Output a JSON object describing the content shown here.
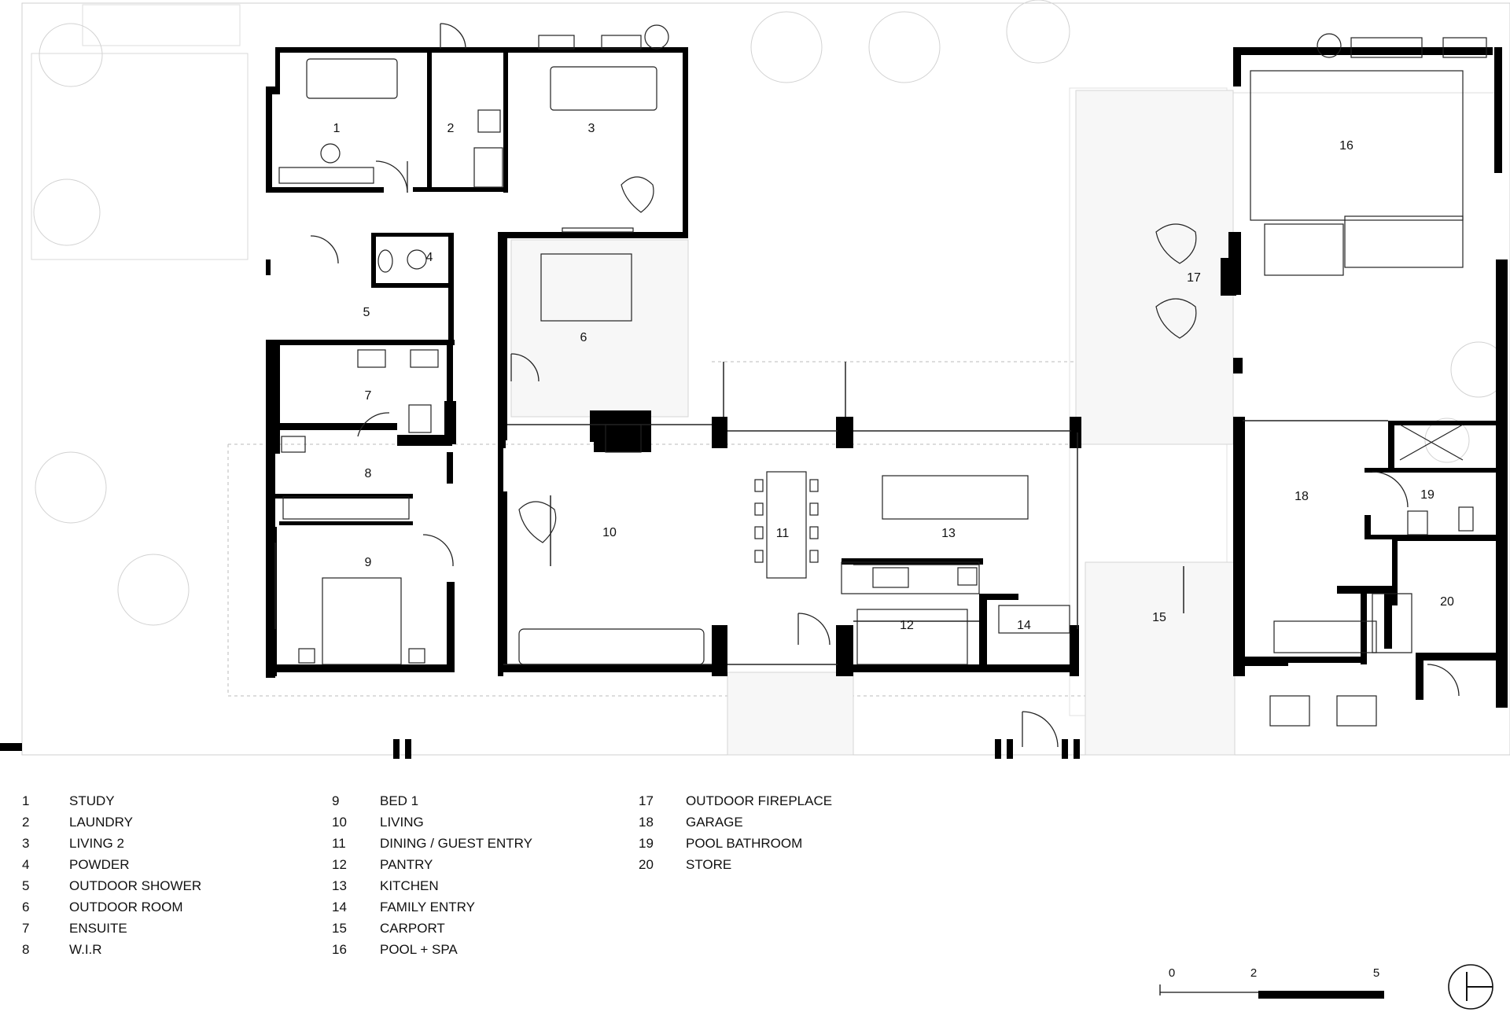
{
  "plan": {
    "rooms": [
      {
        "num": "1",
        "name": "STUDY"
      },
      {
        "num": "2",
        "name": "LAUNDRY"
      },
      {
        "num": "3",
        "name": "LIVING 2"
      },
      {
        "num": "4",
        "name": "POWDER"
      },
      {
        "num": "5",
        "name": "OUTDOOR SHOWER"
      },
      {
        "num": "6",
        "name": "OUTDOOR ROOM"
      },
      {
        "num": "7",
        "name": "ENSUITE"
      },
      {
        "num": "8",
        "name": "W.I.R"
      },
      {
        "num": "9",
        "name": "BED 1"
      },
      {
        "num": "10",
        "name": "LIVING"
      },
      {
        "num": "11",
        "name": "DINING / GUEST ENTRY"
      },
      {
        "num": "12",
        "name": "PANTRY"
      },
      {
        "num": "13",
        "name": "KITCHEN"
      },
      {
        "num": "14",
        "name": "FAMILY ENTRY"
      },
      {
        "num": "15",
        "name": "CARPORT"
      },
      {
        "num": "16",
        "name": "POOL + SPA"
      },
      {
        "num": "17",
        "name": "OUTDOOR FIREPLACE"
      },
      {
        "num": "18",
        "name": "GARAGE"
      },
      {
        "num": "19",
        "name": "POOL BATHROOM"
      },
      {
        "num": "20",
        "name": "STORE"
      }
    ],
    "scale_bar": {
      "labels": [
        "0",
        "2",
        "5"
      ],
      "values": [
        0,
        2,
        5
      ]
    },
    "north_icon": "north-arrow-icon",
    "colors": {
      "wall": "#000000",
      "line": "#222222",
      "faint": "#cfcfcf"
    }
  }
}
